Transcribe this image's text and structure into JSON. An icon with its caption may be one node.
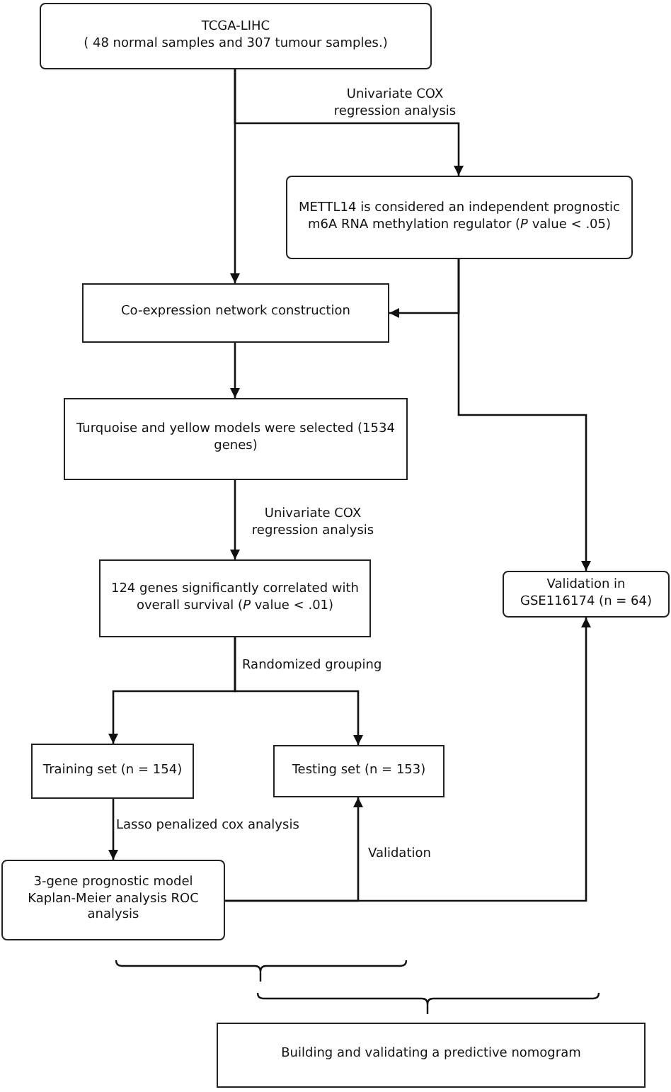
{
  "diagram": {
    "nodes": [
      {
        "text": [
          "TCGA-LIHC",
          "( 48 normal samples and 307 tumour samples.)"
        ]
      },
      {
        "text": [
          "METTL14 is considered an independent prognostic m6A RNA methylation regulator (*P* value < .05)"
        ]
      },
      {
        "text": [
          "Co-expression network construction"
        ]
      },
      {
        "text": [
          "Turquoise and yellow models were selected (1534 genes)"
        ]
      },
      {
        "text": [
          "124 genes significantly correlated with overall survival (*P* value < .01)"
        ]
      },
      {
        "text": [
          "Validation in GSE116174 (n = 64)"
        ]
      },
      {
        "text": [
          "Training set (n = 154)"
        ]
      },
      {
        "text": [
          "Testing set (n = 153)"
        ]
      },
      {
        "text": [
          "3-gene prognostic model Kaplan-Meier analysis ROC analysis"
        ]
      },
      {
        "text": [
          "Building and validating a predictive nomogram"
        ]
      }
    ],
    "edges": [
      {
        "from": 0,
        "to": 2,
        "arrow": "to"
      },
      {
        "from": 0,
        "to": 1,
        "arrow": "to",
        "label": "Univariate COX regression analysis"
      },
      {
        "from": 1,
        "to": 2,
        "arrow": "to"
      },
      {
        "from": 1,
        "to": 5,
        "arrow": "to"
      },
      {
        "from": 2,
        "to": 3,
        "arrow": "to"
      },
      {
        "from": 3,
        "to": 4,
        "arrow": "to",
        "label": "Univariate COX regression analysis"
      },
      {
        "from": 4,
        "to": 6,
        "arrow": "to",
        "label": "Randomized grouping"
      },
      {
        "from": 4,
        "to": 7,
        "arrow": "to"
      },
      {
        "from": 6,
        "to": 8,
        "arrow": "to",
        "label": "Lasso penalized cox analysis"
      },
      {
        "from": 8,
        "to": 7,
        "arrow": "to",
        "label": "Validation"
      },
      {
        "from": 8,
        "to": 5,
        "arrow": "to"
      }
    ]
  }
}
